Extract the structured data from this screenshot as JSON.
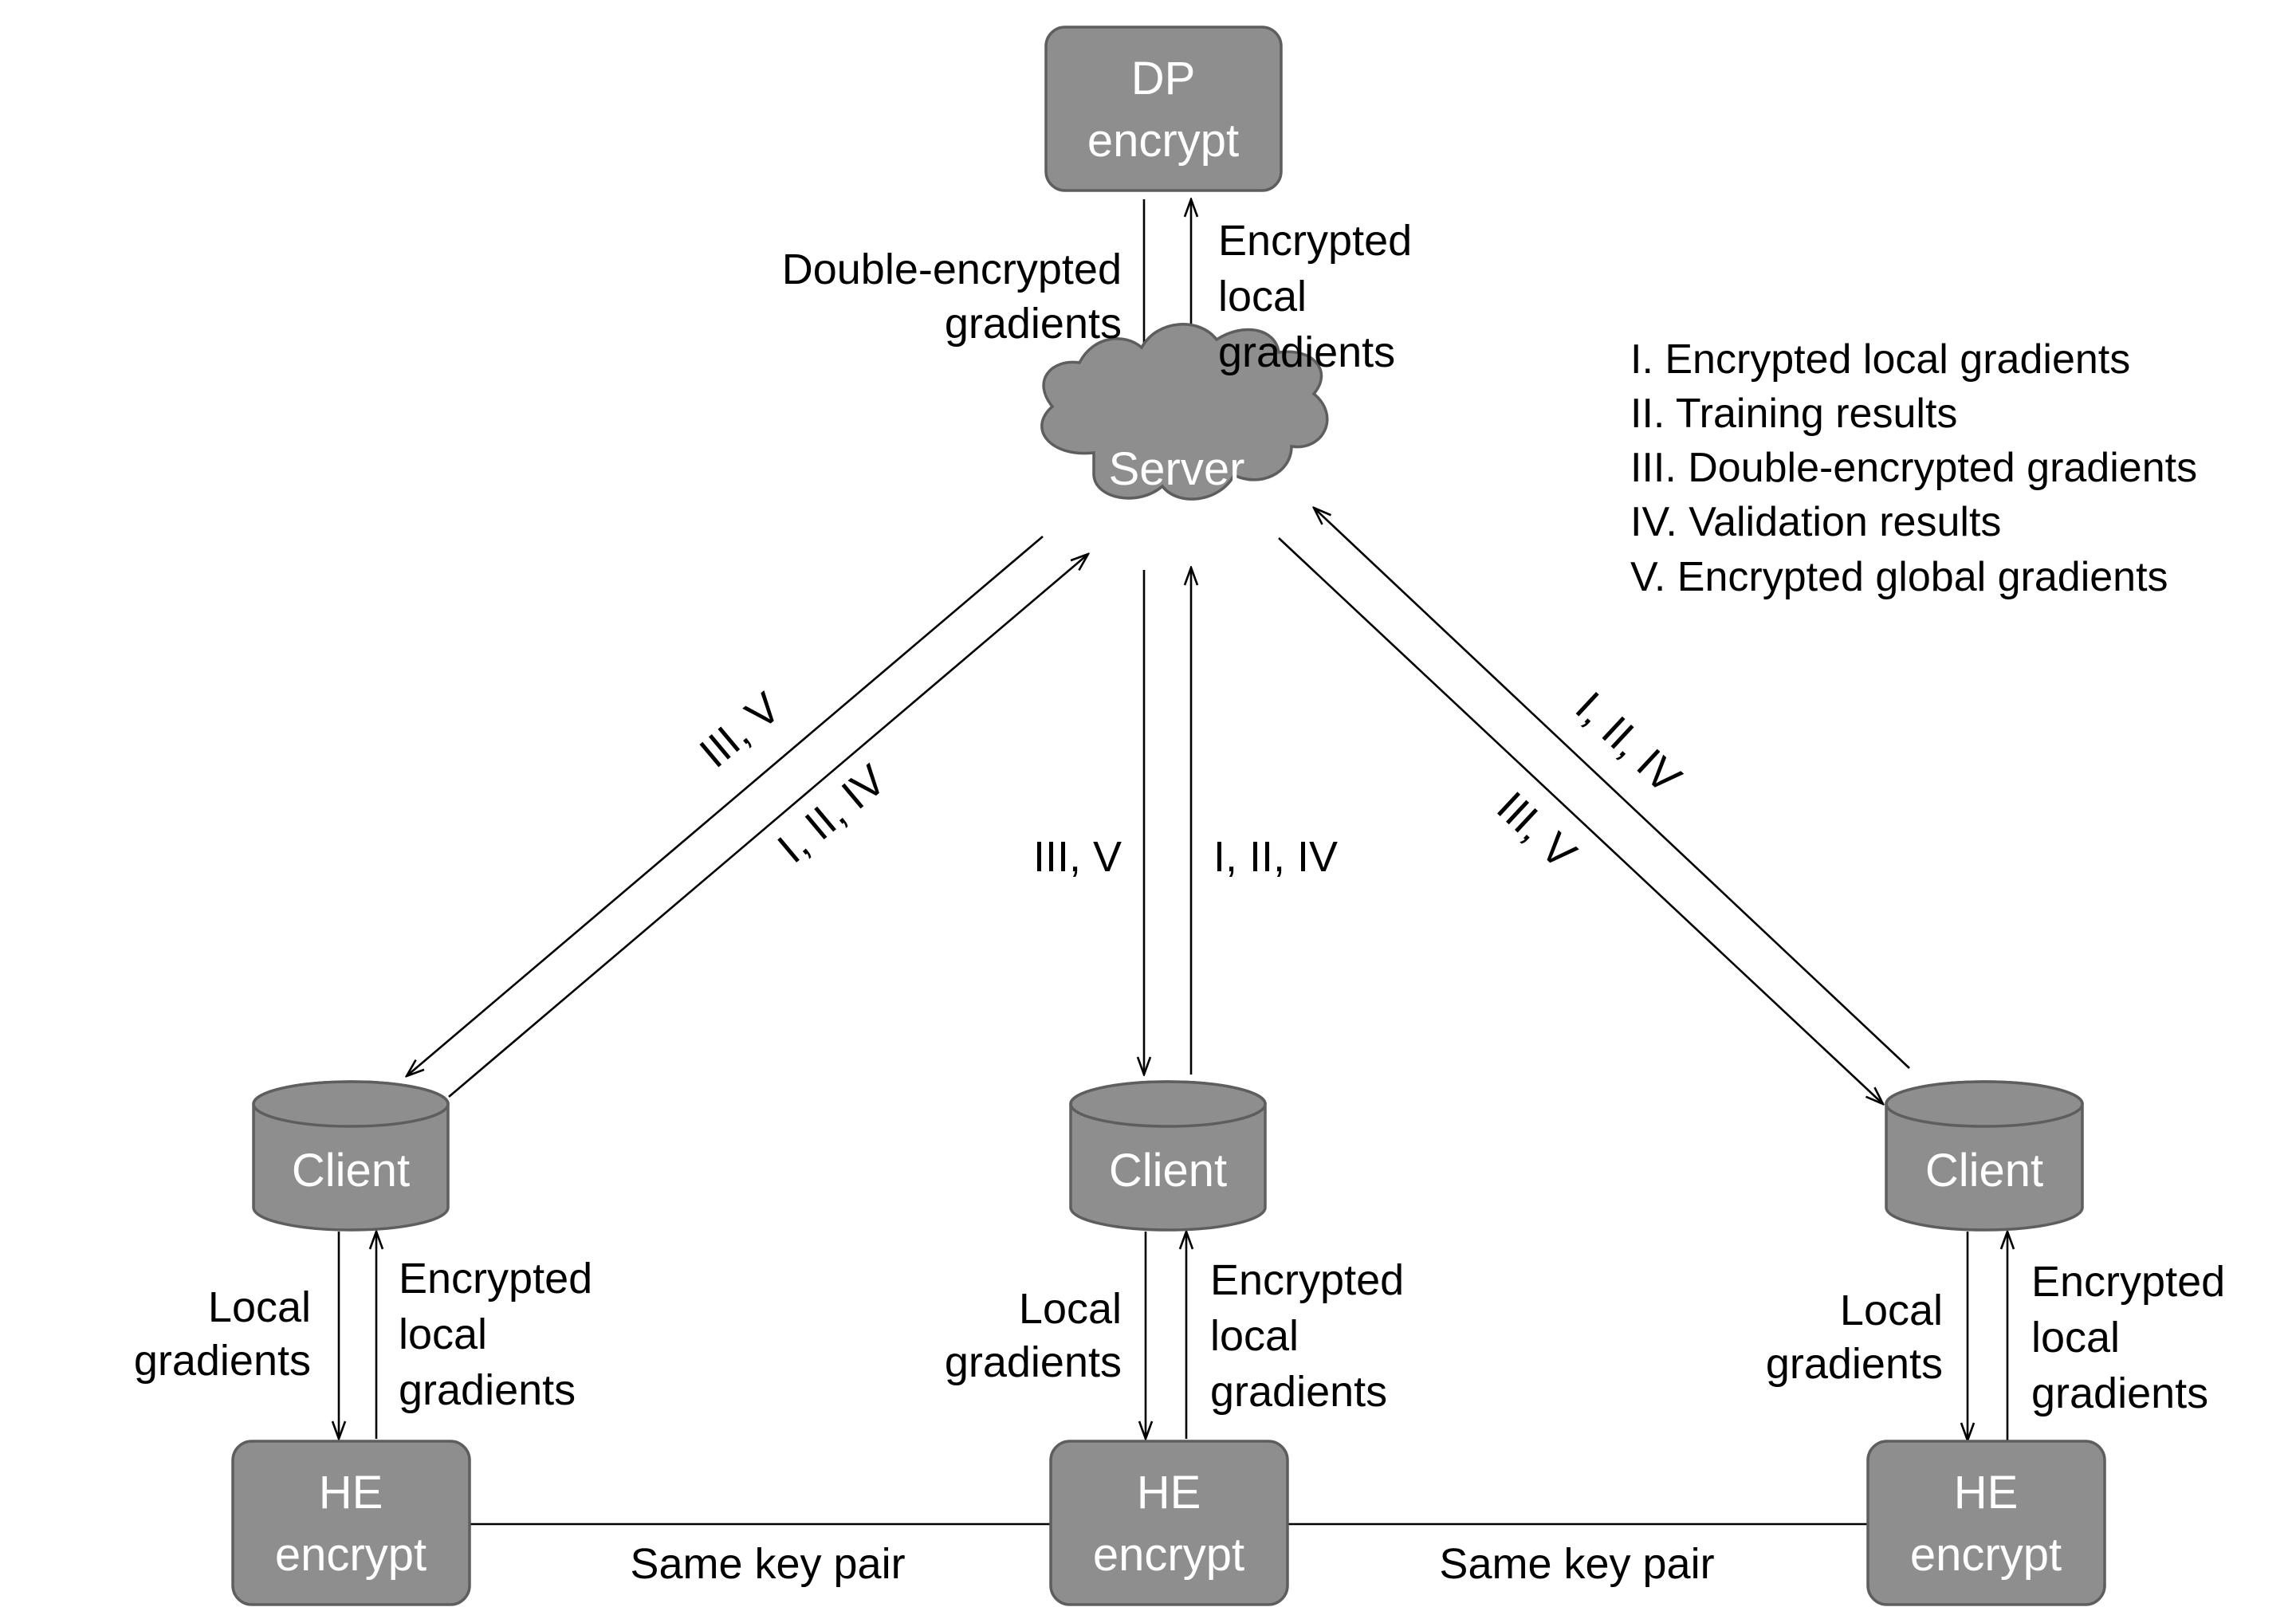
{
  "colors": {
    "node_fill": "#8e8e8e",
    "node_stroke": "#5e5e5e",
    "node_text": "#ffffff",
    "edge": "#000000",
    "label_text": "#000000"
  },
  "nodes": {
    "dp": {
      "line1": "DP",
      "line2": "encrypt"
    },
    "server": {
      "label": "Server"
    },
    "client_left": {
      "label": "Client"
    },
    "client_middle": {
      "label": "Client"
    },
    "client_right": {
      "label": "Client"
    },
    "he_left": {
      "line1": "HE",
      "line2": "encrypt"
    },
    "he_middle": {
      "line1": "HE",
      "line2": "encrypt"
    },
    "he_right": {
      "line1": "HE",
      "line2": "encrypt"
    }
  },
  "edges": {
    "dp_to_server": {
      "line1": "Double-encrypted",
      "line2": "gradients"
    },
    "server_to_dp": {
      "line1": "Encrypted",
      "line2": "local",
      "line3": "gradients"
    },
    "left_down": "III, V",
    "left_up": "I, II, IV",
    "middle_down": "III, V",
    "middle_up": "I, II, IV",
    "right_up": "I, II, IV",
    "right_down": "III, V",
    "client_to_he_left": {
      "line1": "Local",
      "line2": "gradients"
    },
    "he_to_client_left": {
      "line1": "Encrypted",
      "line2": "local",
      "line3": "gradients"
    },
    "client_to_he_middle": {
      "line1": "Local",
      "line2": "gradients"
    },
    "he_to_client_middle": {
      "line1": "Encrypted",
      "line2": "local",
      "line3": "gradients"
    },
    "client_to_he_right": {
      "line1": "Local",
      "line2": "gradients"
    },
    "he_to_client_right": {
      "line1": "Encrypted",
      "line2": "local",
      "line3": "gradients"
    },
    "same_key_left": "Same key pair",
    "same_key_right": "Same key pair"
  },
  "legend": [
    "I. Encrypted local gradients",
    "II. Training results",
    "III. Double-encrypted gradients",
    "IV. Validation results",
    "V. Encrypted global gradients"
  ]
}
